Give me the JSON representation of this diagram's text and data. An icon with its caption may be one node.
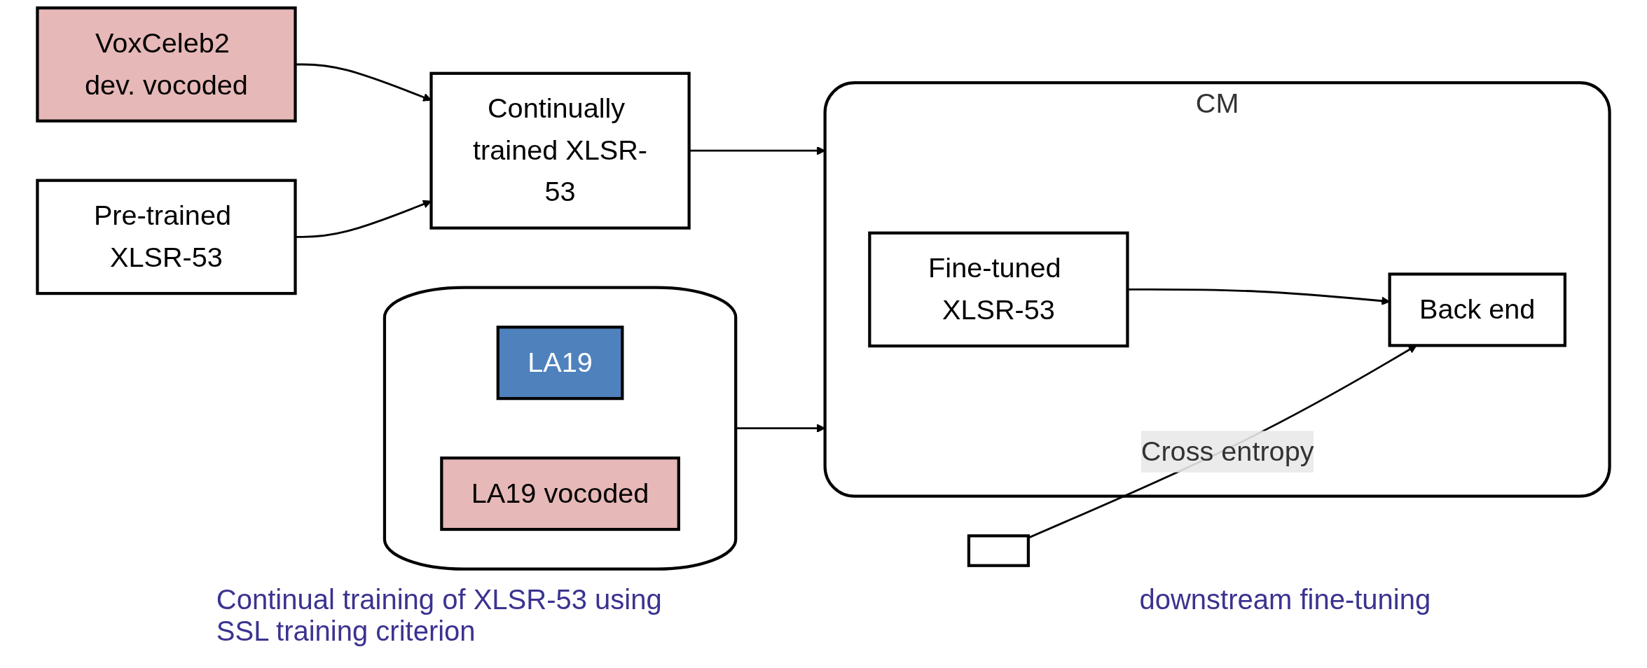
{
  "diagram": {
    "nodes": [
      {
        "text": [
          "VoxCeleb2 dev. vocoded"
        ]
      },
      {
        "text": [
          "Pre-trained XLSR-53"
        ]
      },
      {
        "text": [
          "Continually trained XLSR-53"
        ]
      },
      {
        "text": [],
        "shape": "cylinder"
      },
      {
        "text": [
          "LA19"
        ],
        "in": 3
      },
      {
        "text": [
          "LA19 vocoded"
        ],
        "in": 3
      },
      {
        "text": [
          "CM"
        ]
      },
      {
        "text": [
          "Fine-tuned XLSR-53"
        ],
        "in": 6
      },
      {
        "text": [
          "Back end"
        ],
        "in": 6
      },
      {
        "text": [],
        "shape": "box"
      }
    ],
    "edges": [
      {
        "from": 0,
        "to": 2,
        "arrow": "to"
      },
      {
        "from": 1,
        "to": 2,
        "arrow": "to"
      },
      {
        "from": 2,
        "to": 6,
        "arrow": "to"
      },
      {
        "from": 3,
        "to": 6,
        "arrow": "to"
      },
      {
        "from": 7,
        "to": 8,
        "arrow": "to"
      },
      {
        "from": 9,
        "to": 8,
        "arrow": "to",
        "label": "Cross entropy"
      }
    ],
    "labels": [
      "Continual training of XLSR-53 using SSL training criterion",
      "downstream fine-tuning"
    ]
  }
}
